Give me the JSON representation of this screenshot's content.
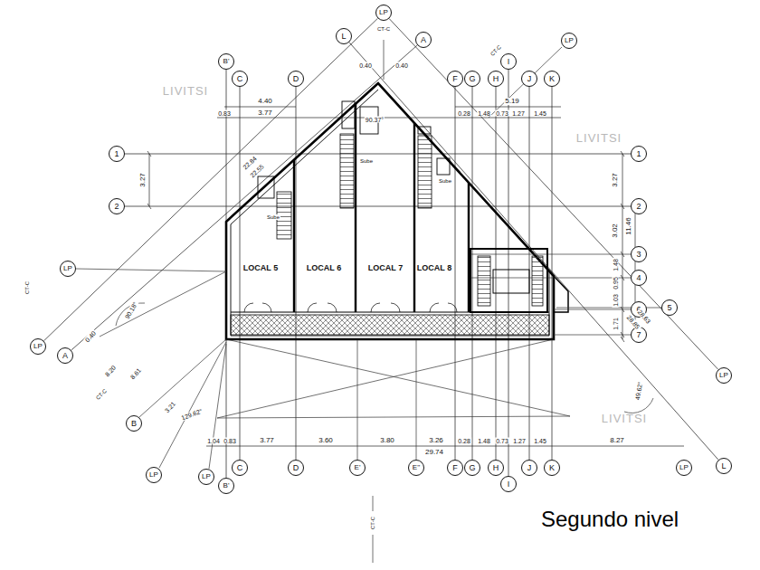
{
  "diagram": {
    "caption": "Segundo nivel",
    "nodes": [
      {
        "text": [
          "B'"
        ]
      },
      {
        "text": [
          "C"
        ]
      },
      {
        "text": [
          "D"
        ]
      },
      {
        "text": [
          "F"
        ]
      },
      {
        "text": [
          "G"
        ]
      },
      {
        "text": [
          "H"
        ]
      },
      {
        "text": [
          "I"
        ]
      },
      {
        "text": [
          "J"
        ]
      },
      {
        "text": [
          "K"
        ]
      },
      {
        "text": [
          "L"
        ]
      },
      {
        "text": [
          "LP"
        ]
      },
      {
        "text": [
          "A"
        ]
      },
      {
        "text": [
          "LP"
        ]
      },
      {
        "text": [
          "1"
        ]
      },
      {
        "text": [
          "2"
        ]
      },
      {
        "text": [
          "1"
        ]
      },
      {
        "text": [
          "2"
        ]
      },
      {
        "text": [
          "3"
        ]
      },
      {
        "text": [
          "4"
        ]
      },
      {
        "text": [
          "5"
        ]
      },
      {
        "text": [
          "6"
        ]
      },
      {
        "text": [
          "7"
        ]
      },
      {
        "text": [
          "LP"
        ]
      },
      {
        "text": [
          "LP"
        ]
      },
      {
        "text": [
          "A"
        ]
      },
      {
        "text": [
          "B"
        ]
      },
      {
        "text": [
          "LP"
        ]
      },
      {
        "text": [
          "LP"
        ]
      },
      {
        "text": [
          "C"
        ]
      },
      {
        "text": [
          "B'"
        ]
      },
      {
        "text": [
          "D"
        ]
      },
      {
        "text": [
          "E'"
        ]
      },
      {
        "text": [
          "E''"
        ]
      },
      {
        "text": [
          "F"
        ]
      },
      {
        "text": [
          "G"
        ]
      },
      {
        "text": [
          "H"
        ]
      },
      {
        "text": [
          "I"
        ]
      },
      {
        "text": [
          "J"
        ]
      },
      {
        "text": [
          "K"
        ]
      },
      {
        "text": [
          "LP"
        ]
      },
      {
        "text": [
          "LP"
        ]
      },
      {
        "text": [
          "L"
        ]
      }
    ],
    "edges": [
      {
        "from": 0,
        "to": 29,
        "arrow": "none"
      },
      {
        "from": 1,
        "to": 28,
        "arrow": "none"
      },
      {
        "from": 2,
        "to": 30,
        "arrow": "none"
      },
      {
        "from": 3,
        "to": 33,
        "arrow": "none"
      },
      {
        "from": 4,
        "to": 34,
        "arrow": "none"
      },
      {
        "from": 5,
        "to": 35,
        "arrow": "none"
      },
      {
        "from": 6,
        "to": 36,
        "arrow": "none"
      },
      {
        "from": 7,
        "to": 37,
        "arrow": "none"
      },
      {
        "from": 8,
        "to": 38,
        "arrow": "none"
      },
      {
        "from": 13,
        "to": 15,
        "arrow": "none"
      },
      {
        "from": 14,
        "to": 16,
        "arrow": "none"
      },
      {
        "from": 9,
        "to": 41,
        "arrow": "none"
      },
      {
        "from": 11,
        "to": 24,
        "arrow": "none"
      },
      {
        "from": 10,
        "to": 23,
        "arrow": "none"
      },
      {
        "from": 10,
        "to": 40,
        "arrow": "none"
      }
    ],
    "labels": [
      "4.40",
      "5.19",
      "0.83",
      "3.77",
      "0.28",
      "1.48",
      "0.73",
      "1.27",
      "1.45",
      "0.40",
      "0.40",
      "90.37°",
      "3.27",
      "3.27",
      "3.02",
      "11.46",
      "1.48",
      "0.95",
      "1.03",
      "1.71",
      "22.84",
      "22.55",
      "28.85",
      "28.63",
      "LOCAL 5",
      "LOCAL 6",
      "LOCAL 7",
      "LOCAL 8",
      "Sube",
      "Sube",
      "Sube",
      "90.18°",
      "0.40",
      "8.20",
      "8.61",
      "3.21",
      "129.62°",
      "49.62°",
      "1.04",
      "0.83",
      "3.77",
      "3.60",
      "3.80",
      "3.26",
      "0.28",
      "1.48",
      "0.73",
      "1.27",
      "1.45",
      "8.27",
      "29.74",
      "CT-C",
      "CT-C",
      "CT-C",
      "CT-C",
      "CT-C",
      "LIVITSI",
      "LIVITSI",
      "LIVITSI"
    ]
  }
}
